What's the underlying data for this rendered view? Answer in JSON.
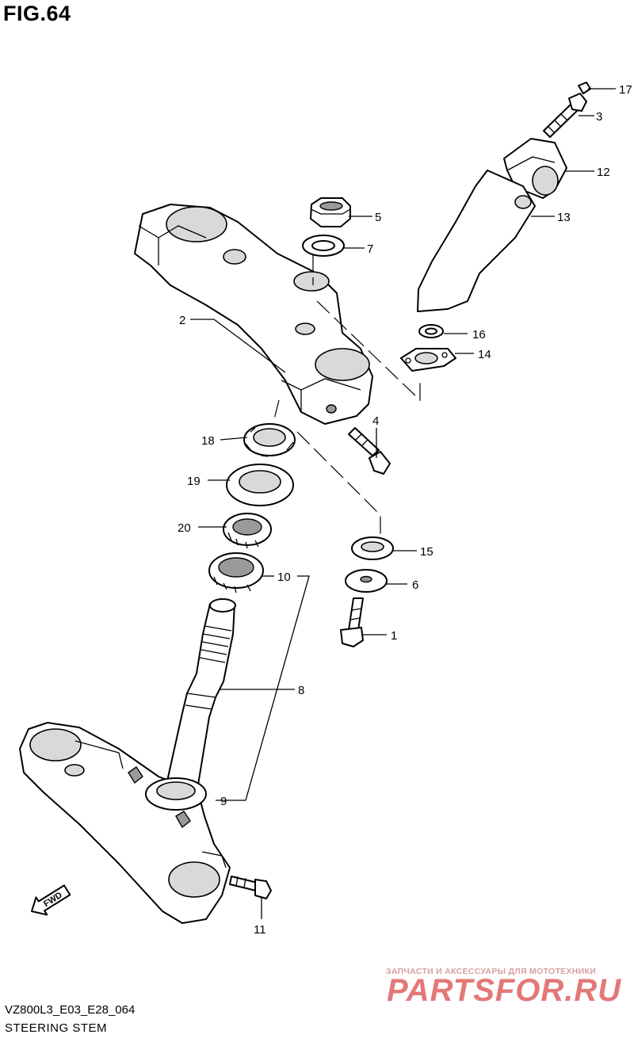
{
  "figure": {
    "title": "FIG.64",
    "code": "VZ800L3_E03_E28_064",
    "name": "STEERING STEM"
  },
  "watermark": {
    "tagline": "ЗАПЧАСТИ И АКСЕССУАРЫ ДЛЯ МОТОТЕХНИКИ",
    "brand": "PARTSFOR.RU"
  },
  "fwd_label": "FWD",
  "callouts": {
    "c1": "1",
    "c2": "2",
    "c3": "3",
    "c4": "4",
    "c5": "5",
    "c6": "6",
    "c7": "7",
    "c8": "8",
    "c9": "9",
    "c10": "10",
    "c11": "11",
    "c12": "12",
    "c13": "13",
    "c14": "14",
    "c15": "15",
    "c16": "16",
    "c17": "17",
    "c18": "18",
    "c19": "19",
    "c20": "20"
  },
  "colors": {
    "ink": "#000000",
    "shade": "#d9d9d9",
    "watermark": "#e06a6a"
  }
}
